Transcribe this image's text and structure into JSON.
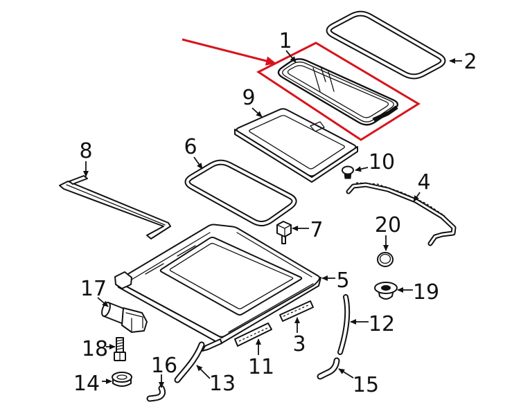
{
  "callouts": [
    {
      "label": "1"
    },
    {
      "label": "2"
    },
    {
      "label": "3"
    },
    {
      "label": "4"
    },
    {
      "label": "5"
    },
    {
      "label": "6"
    },
    {
      "label": "7"
    },
    {
      "label": "8"
    },
    {
      "label": "9"
    },
    {
      "label": "10"
    },
    {
      "label": "11"
    },
    {
      "label": "12"
    },
    {
      "label": "13"
    },
    {
      "label": "14"
    },
    {
      "label": "15"
    },
    {
      "label": "16"
    },
    {
      "label": "17"
    },
    {
      "label": "18"
    },
    {
      "label": "19"
    },
    {
      "label": "20"
    }
  ],
  "colors": {
    "line": "#111111",
    "highlight": "#d7141c",
    "background": "#ffffff"
  }
}
